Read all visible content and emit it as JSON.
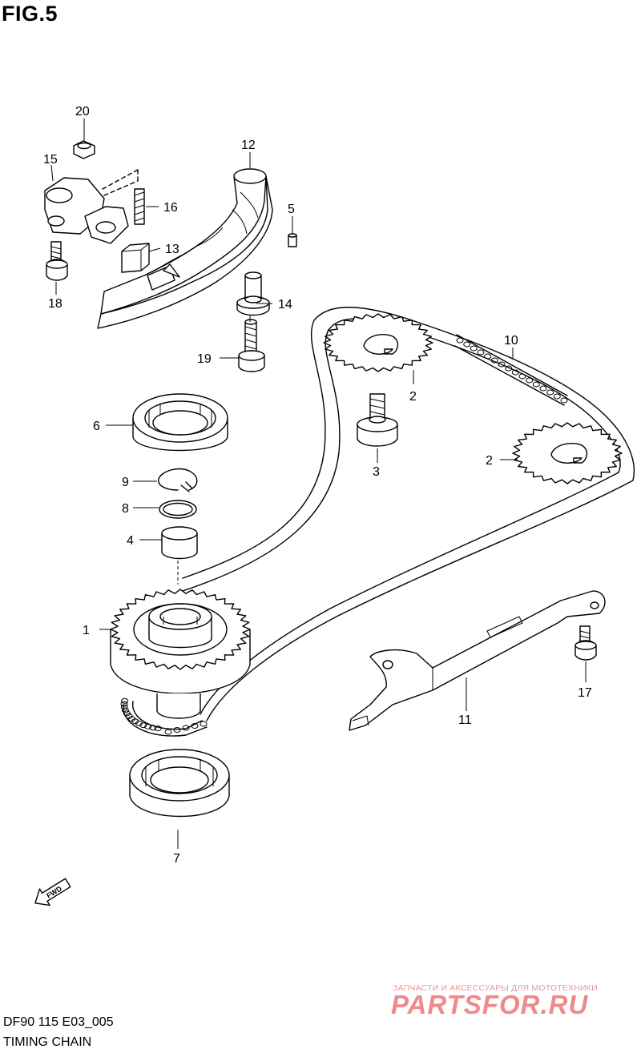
{
  "figure": {
    "title": "FIG.5",
    "code": "DF90 115 E03_005",
    "caption": "TIMING CHAIN"
  },
  "callouts": {
    "c1": "1",
    "c2a": "2",
    "c2b": "2",
    "c3": "3",
    "c4": "4",
    "c5": "5",
    "c6": "6",
    "c7": "7",
    "c8": "8",
    "c9": "9",
    "c10": "10",
    "c11": "11",
    "c12": "12",
    "c13": "13",
    "c14": "14",
    "c15": "15",
    "c16": "16",
    "c17": "17",
    "c18": "18",
    "c19": "19",
    "c20": "20"
  },
  "fwd_arrow": {
    "label": "FWD"
  },
  "watermark": {
    "tagline": "ЗАПЧАСТИ И АКСЕССУАРЫ ДЛЯ МОТОТЕХНИКИ",
    "brand": "PARTSFOR.RU"
  }
}
